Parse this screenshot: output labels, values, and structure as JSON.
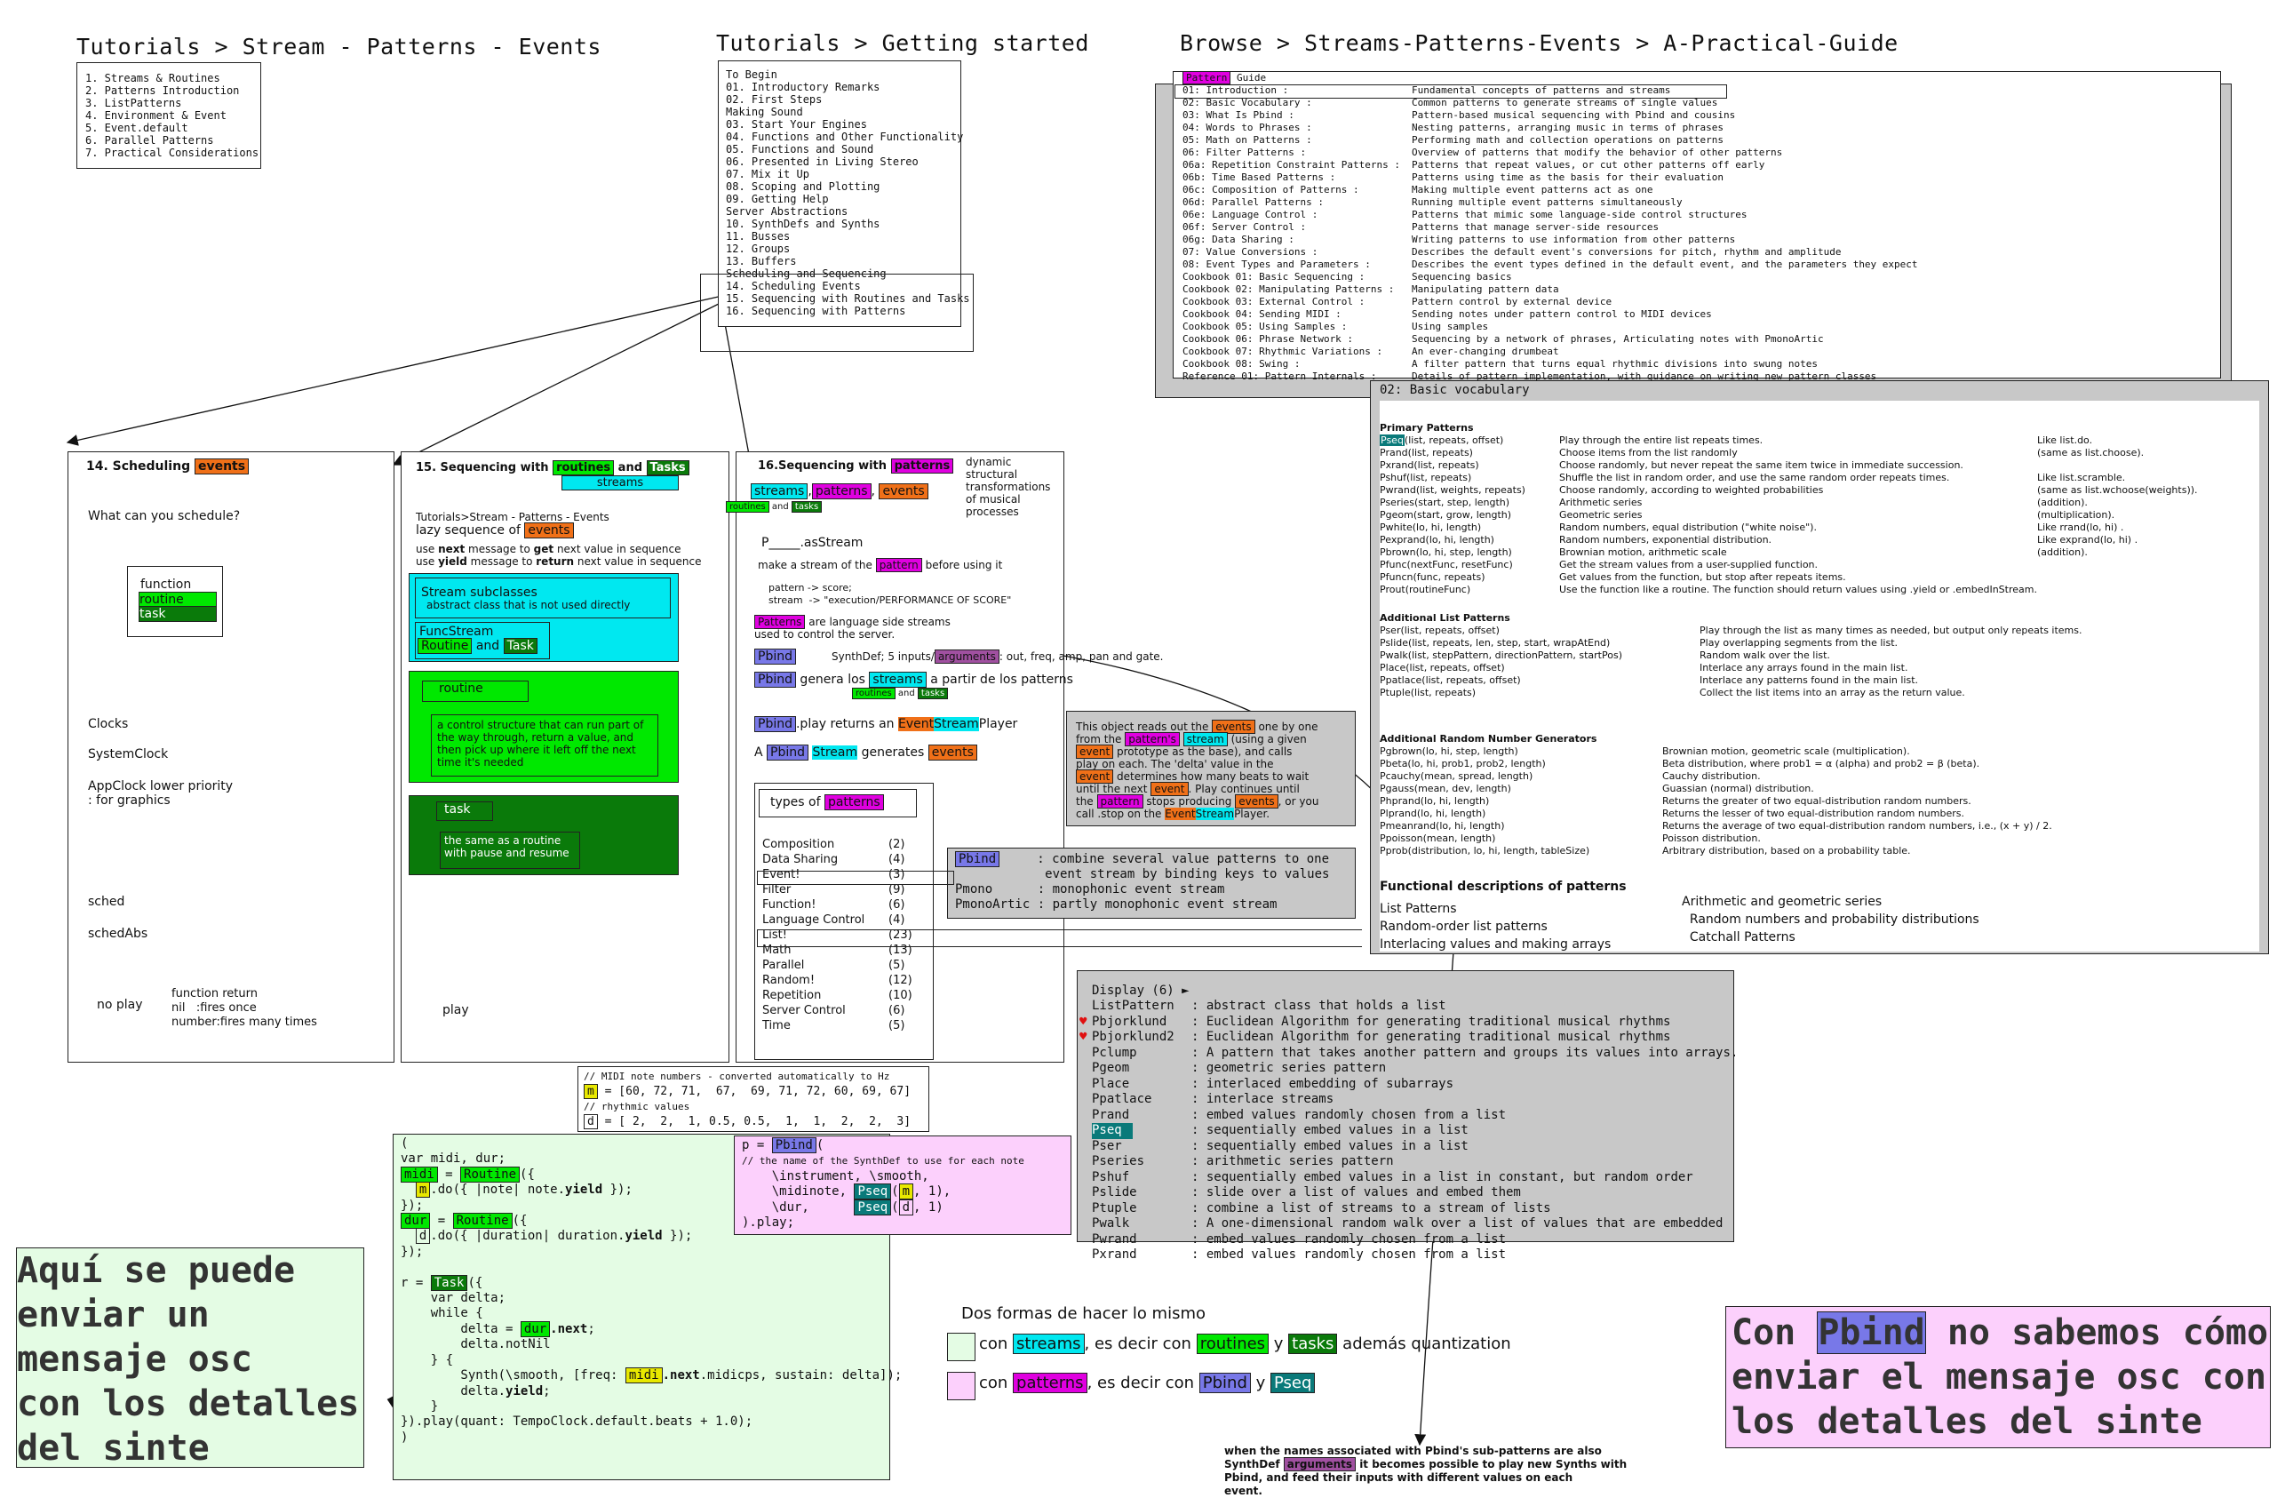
{
  "headers": {
    "h1": "Tutorials > Stream - Patterns - Events",
    "h2": "Tutorials > Getting started",
    "h3": "Browse > Streams-Patterns-Events > A-Practical-Guide"
  },
  "toc1": [
    "1. Streams & Routines",
    "2. Patterns Introduction",
    "3. ListPatterns",
    "4. Environment & Event",
    "5. Event.default",
    "6. Parallel Patterns",
    "7. Practical Considerations"
  ],
  "toc2": [
    "To Begin",
    "01. Introductory Remarks",
    "02. First Steps",
    "Making Sound",
    "03. Start Your Engines",
    "04. Functions and Other Functionality",
    "05. Functions and Sound",
    "06. Presented in Living Stereo",
    "07. Mix it Up",
    "08. Scoping and Plotting",
    "09. Getting Help",
    "Server Abstractions",
    "10. SynthDefs and Synths",
    "11. Busses",
    "12. Groups",
    "13. Buffers",
    "Scheduling and Sequencing",
    "14. Scheduling Events",
    "15. Sequencing with Routines and Tasks",
    "16. Sequencing with Patterns"
  ],
  "guide": {
    "title_tag": "Pattern",
    "title_rest": " Guide",
    "names": [
      "01: Introduction :",
      "02: Basic Vocabulary :",
      "03: What Is Pbind :",
      "04: Words to Phrases :",
      "05: Math on Patterns :",
      "06: Filter Patterns :",
      "06a: Repetition Constraint Patterns :",
      "06b: Time Based Patterns :",
      "06c: Composition of Patterns :",
      "06d: Parallel Patterns :",
      "06e: Language Control :",
      "06f: Server Control :",
      "06g: Data Sharing :",
      "07: Value Conversions :",
      "08: Event Types and Parameters :",
      "Cookbook 01: Basic Sequencing :",
      "Cookbook 02: Manipulating Patterns :",
      "Cookbook 03: External Control :",
      "Cookbook 04: Sending MIDI :",
      "Cookbook 05: Using Samples :",
      "Cookbook 06: Phrase Network :",
      "Cookbook 07: Rhythmic Variations :",
      "Cookbook 08: Swing :",
      "Reference 01: Pattern Internals :"
    ],
    "descs": [
      "Fundamental concepts of patterns and streams",
      "Common patterns to generate streams of single values",
      "Pattern-based musical sequencing with Pbind and cousins",
      "Nesting patterns, arranging music in terms of phrases",
      "Performing math and collection operations on patterns",
      "Overview of patterns that modify the behavior of other patterns",
      "Patterns that repeat values, or cut other patterns off early",
      "Patterns using time as the basis for their evaluation",
      "Making multiple event patterns act as one",
      "Running multiple event patterns simultaneously",
      "Patterns that mimic some language-side control structures",
      "Patterns that manage server-side resources",
      "Writing patterns to use information from other patterns",
      "Describes the default event's conversions for pitch, rhythm and amplitude",
      "Describes the event types defined in the default event, and the parameters they expect",
      "Sequencing basics",
      "Manipulating pattern data",
      "Pattern control by external device",
      "Sending notes under pattern control to MIDI devices",
      "Using samples",
      "Sequencing by a network of phrases, Articulating notes with PmonoArtic",
      "An ever-changing drumbeat",
      "A filter pattern that turns equal rhythmic divisions into swung notes",
      "Details of pattern implementation, with guidance on writing new pattern classes"
    ]
  },
  "vocab": {
    "title": "02: Basic vocabulary",
    "primary_title": "Primary Patterns",
    "primary": [
      [
        "Pseq(list, repeats, offset)",
        "Play through the entire list repeats times.",
        "Like list.do."
      ],
      [
        "Prand(list, repeats)",
        "Choose items from the list randomly",
        "(same as list.choose)."
      ],
      [
        "Pxrand(list, repeats)",
        "Choose randomly, but never repeat the same item twice in immediate succession.",
        ""
      ],
      [
        "Pshuf(list, repeats)",
        "Shuffle the list in random order, and use the same random order repeats times.",
        "Like list.scramble."
      ],
      [
        "Pwrand(list, weights, repeats)",
        "Choose randomly, according to weighted probabilities",
        "(same as list.wchoose(weights))."
      ],
      [
        "Pseries(start, step, length)",
        "Arithmetic series",
        "(addition)."
      ],
      [
        "Pgeom(start, grow, length)",
        "Geometric series",
        "(multiplication)."
      ],
      [
        "Pwhite(lo, hi, length)",
        "Random numbers, equal distribution (\"white noise\").",
        "Like rrand(lo, hi) ."
      ],
      [
        "Pexprand(lo, hi, length)",
        "Random numbers, exponential distribution.",
        "Like exprand(lo, hi) ."
      ],
      [
        "Pbrown(lo, hi, step, length)",
        "Brownian motion, arithmetic scale",
        "(addition)."
      ],
      [
        "Pfunc(nextFunc, resetFunc)",
        "Get the stream values from a user-supplied function.",
        ""
      ],
      [
        "Pfuncn(func, repeats)",
        "Get values from the function, but stop after repeats items.",
        ""
      ],
      [
        "Prout(routineFunc)",
        "Use the function like a routine. The function should return values using .yield or .embedInStream.",
        ""
      ]
    ],
    "list_title": "Additional List Patterns",
    "list": [
      [
        "Pser(list, repeats, offset)",
        "Play through the list as many times as needed, but output only repeats items."
      ],
      [
        "Pslide(list, repeats, len, step, start, wrapAtEnd)",
        "Play overlapping segments from the list."
      ],
      [
        "Pwalk(list, stepPattern, directionPattern, startPos)",
        "Random walk over the list."
      ],
      [
        "Place(list, repeats, offset)",
        "Interlace any arrays found in the main list."
      ],
      [
        "Ppatlace(list, repeats, offset)",
        "Interlace any patterns found in the main list."
      ],
      [
        "Ptuple(list, repeats)",
        "Collect the list items into an array as the return value."
      ]
    ],
    "rand_title": "Additional Random Number Generators",
    "rand": [
      [
        "Pgbrown(lo, hi, step, length)",
        "Brownian motion, geometric scale (multiplication)."
      ],
      [
        "Pbeta(lo, hi, prob1, prob2, length)",
        "Beta distribution, where prob1 = α (alpha) and prob2 = β (beta)."
      ],
      [
        "Pcauchy(mean, spread, length)",
        "Cauchy distribution."
      ],
      [
        "Pgauss(mean, dev, length)",
        "Guassian (normal) distribution."
      ],
      [
        "Phprand(lo, hi, length)",
        "Returns the greater of two equal-distribution random numbers."
      ],
      [
        "Plprand(lo, hi, length)",
        "Returns the lesser of two equal-distribution random numbers."
      ],
      [
        "Pmeanrand(lo, hi, length)",
        "Returns the average of two equal-distribution random numbers, i.e., (x + y) / 2."
      ],
      [
        "Ppoisson(mean, length)",
        "Poisson distribution."
      ],
      [
        "Pprob(distribution, lo, hi, length, tableSize)",
        "Arbitrary distribution, based on a probability table."
      ]
    ],
    "func_title": "Functional descriptions of patterns",
    "func_left": [
      "List Patterns",
      "Random-order list patterns",
      "Interlacing values and making arrays"
    ],
    "func_right": [
      "Arithmetic and geometric series",
      "  Random numbers and probability distributions",
      "  Catchall Patterns"
    ]
  },
  "s14": {
    "title": "14. Scheduling ",
    "title_tag": "events",
    "question": "What can you schedule?",
    "fn": "function",
    "routine": "routine",
    "task": "task",
    "clocks": "Clocks",
    "sysclock": "SystemClock",
    "appclock1": "AppClock lower priority",
    "appclock2": ": for graphics",
    "sched": "sched",
    "schedabs": "schedAbs",
    "noplay": "no play",
    "fr1": "function return",
    "fr2": "nil   :fires once",
    "fr3": "number:fires many times"
  },
  "s15": {
    "title": "15. Sequencing with ",
    "t_routines": "routines",
    "t_and": " and ",
    "t_tasks": "Tasks",
    "t_streams": "streams",
    "crumb": "Tutorials>Stream - Patterns - Events",
    "lazy": "lazy sequence of ",
    "lazy_tag": "events",
    "use1a": "use ",
    "next": "next",
    "use1b": " message to ",
    "get": "get",
    "use1c": " next value in sequence",
    "use2a": "use ",
    "yield": "yield",
    "use2b": " message to ",
    "ret": "return",
    "use2c": " next value in sequence",
    "stream_sub": "Stream subclasses",
    "stream_sub2": "abstract class that is not used directly",
    "funcstream": "FuncStream",
    "routine_tag": "Routine",
    "and": " and ",
    "task_tag": "Task",
    "routine_lbl": "routine",
    "routine_desc": "a control structure that can run part of the way through, return a value, and then pick up where it left off the next time it's needed",
    "task_lbl": "task",
    "task_desc": "the same as a routine with pause and resume",
    "play": "play"
  },
  "s16": {
    "title": "16.Sequencing with ",
    "title_tag": "patterns",
    "side": "dynamic structural transformations of musical processes",
    "streams": "streams",
    "patterns": "patterns",
    "events": "events",
    "routines": "routines",
    "and": " and ",
    "tasks": "tasks",
    "asstream": "P_____.asStream",
    "make1": "make a stream of the ",
    "make_tag": "pattern",
    "make2": " before using it",
    "ps1": "pattern -> score;",
    "ps2": "stream  -> \"execution/PERFORMANCE OF SCORE\"",
    "lang_tag": "Patterns",
    "lang1": " are language side streams",
    "lang2": "used to control the server.",
    "pbind": "Pbind",
    "synthdef": "SynthDef; 5 inputs/",
    "arguments": "arguments",
    "synthdef2": ": out, freq, amp, pan and gate.",
    "genera": " genera los ",
    "apartir": " a partir de los patterns",
    "play1": ".play returns an ",
    "event": "Event",
    "stream": "Stream",
    "player": "Player",
    "a": "A ",
    "generates": " generates ",
    "types1": "types of ",
    "types_tag": "patterns",
    "types": [
      [
        "Composition",
        "(2)"
      ],
      [
        "Data Sharing",
        "(4)"
      ],
      [
        "Event!",
        "(3)"
      ],
      [
        "Filter",
        "(9)"
      ],
      [
        "Function!",
        "(6)"
      ],
      [
        "Language Control",
        "(4)"
      ],
      [
        "List!",
        "(23)"
      ],
      [
        "Math",
        "(13)"
      ],
      [
        "Parallel",
        "(5)"
      ],
      [
        "Random!",
        "(12)"
      ],
      [
        "Repetition",
        "(10)"
      ],
      [
        "Server Control",
        "(6)"
      ],
      [
        "Time",
        "(5)"
      ]
    ]
  },
  "reads": {
    "l1a": "This object reads out the ",
    "l1b": " one by one",
    "l2a": "from the ",
    "l2b": "pattern's",
    "l2c": " ",
    "l2d": "stream",
    "l2e": " (using a given",
    "l3a": "event",
    "l3b": " prototype as the base), and calls",
    "l4": "play on each. The 'delta' value in the",
    "l5b": " determines how many beats to wait",
    "l6a": "until the next ",
    "l6c": ". Play continues until",
    "l7a": "the ",
    "l7b": "pattern",
    "l7c": " stops producing ",
    "l7d": "events",
    "l7e": ", or you",
    "l8a": "call .stop on the ",
    "l8b": "Event",
    "l8c": "Stream",
    "l8d": "Player."
  },
  "pbindbox": {
    "l1b": "     : combine several value patterns to one",
    "l2": "            event stream by binding keys to values",
    "l3": "Pmono      : monophonic event stream",
    "l4": "PmonoArtic : partly monophonic event stream"
  },
  "listp": {
    "title": "Display (6) ►",
    "rows": [
      [
        "ListPattern",
        ": abstract class that holds a list",
        ""
      ],
      [
        "Pbjorklund",
        ": Euclidean Algorithm for generating traditional musical rhythms",
        "heart"
      ],
      [
        "Pbjorklund2",
        ": Euclidean Algorithm for generating traditional musical rhythms",
        "heart"
      ],
      [
        "Pclump",
        ": A pattern that takes another pattern and groups its values into arrays.",
        ""
      ],
      [
        "Pgeom",
        ": geometric series pattern",
        ""
      ],
      [
        "Place",
        ": interlaced embedding of subarrays",
        ""
      ],
      [
        "Ppatlace",
        ": interlace streams",
        ""
      ],
      [
        "Prand",
        ": embed values randomly chosen from a list",
        ""
      ],
      [
        "Pseq",
        ": sequentially embed values in a list",
        "teal"
      ],
      [
        "Pser",
        ": sequentially embed values in a list",
        ""
      ],
      [
        "Pseries",
        ": arithmetic series pattern",
        ""
      ],
      [
        "Pshuf",
        ": sequentially embed values in a list in constant, but random order",
        ""
      ],
      [
        "Pslide",
        ": slide over a list of values and embed them",
        ""
      ],
      [
        "Ptuple",
        ": combine a list of streams to a stream of lists",
        ""
      ],
      [
        "Pwalk",
        ": A one-dimensional random walk over a list of values that are embedded",
        ""
      ],
      [
        "Pwrand",
        ": embed values randomly chosen from a list",
        ""
      ],
      [
        "Pxrand",
        ": embed values randomly chosen from a list",
        ""
      ]
    ]
  },
  "midi": {
    "c1": "// MIDI note numbers - converted automatically to Hz",
    "m": "m",
    "l1": " = [60, 72, 71,  67,  69, 71, 72, 60, 69, 67]",
    "c2": "// rhythmic values",
    "d": "d",
    "l2": " = [ 2,  2,  1, 0.5, 0.5,  1,  1,  2,  2,  3]"
  },
  "code1": {
    "open": "(",
    "vars": "var midi, dur;",
    "midi": "midi",
    "eq": " = ",
    "routine": "Routine",
    "brace": "({",
    "mdo_a": "  ",
    "m": "m",
    "mdo_b": ".do({ |note| note.",
    "yield": "yield",
    "mdo_c": " });",
    "close1": "});",
    "dur": "dur",
    "d": "d",
    "ddo_b": ".do({ |duration| duration.",
    "ddo_c": " });",
    "close2": "});",
    "r": "r = ",
    "task": "Task",
    "task_b": "({",
    "vdelta": "    var delta;",
    "wtrue": "    while {",
    "delta": "        delta = ",
    "durtag": "dur",
    "next": ".next",
    "semi": ";",
    "notnil": "        delta.notNil",
    "open2": "    } {",
    "synth_a": "        Synth(\\smooth, [freq: ",
    "midicps": ".midicps, sustain: delta]);",
    "dyield_a": "        delta.",
    "close3": "    }",
    "play": "}).play(quant: TempoClock.default.beats + 1.0);",
    "close4": ")"
  },
  "code2": {
    "p": "p = ",
    "pbind": "Pbind",
    "paren": "(",
    "comment": "// the name of the SynthDef to use for each note",
    "inst": "    \\instrument, \\smooth,",
    "midi_a": "    \\midinote, ",
    "pseq": "Pseq",
    "m": "m",
    "midi_b": ", 1),",
    "dur_a": "    \\dur,      ",
    "d": "d",
    "dur_b": ", 1)",
    "end": ").play;"
  },
  "dos": {
    "title": "Dos formas de hacer lo mismo",
    "r1a": "con ",
    "streams": "streams",
    "r1b": ", es decir con ",
    "routines": "routines",
    "y": " y ",
    "tasks": "tasks",
    "r1c": " además quantization",
    "r2a": "con ",
    "patterns": "patterns",
    "r2b": ", es decir con ",
    "pbind": "Pbind",
    "pseq": "Pseq"
  },
  "note": {
    "l1": "when the names associated with Pbind's sub-patterns are also",
    "l2a": "SynthDef ",
    "args": "arguments",
    "l2b": " it becomes possible to play new Synths with",
    "l3": "Pbind, and feed their inputs with different values on each",
    "l4": "event."
  },
  "big_left": "Aquí se puede\nenviar un\nmensaje osc\ncon los detalles\ndel sinte",
  "big_right": {
    "a": "Con ",
    "pbind": "Pbind",
    "b": " no sabemos cómo\nenviar el mensaje osc con\nlos detalles del sinte"
  }
}
